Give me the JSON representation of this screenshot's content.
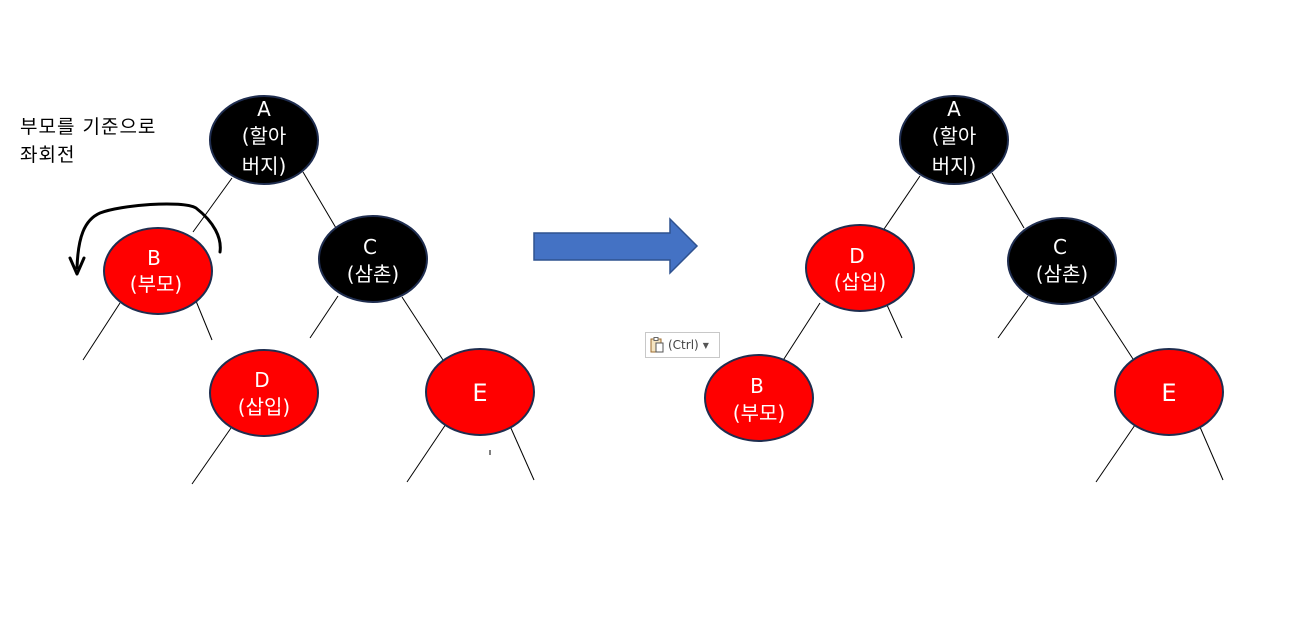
{
  "note": {
    "line1": "부모를 기준으로",
    "line2": "좌회전"
  },
  "paste_options": {
    "label": "(Ctrl)",
    "icon": "clipboard-icon",
    "caret_icon": "chevron-down-icon"
  },
  "colors": {
    "red_node": "#ff0000",
    "black_node": "#000000",
    "node_border": "#1f2d4f",
    "arrow_fill": "#4472c4",
    "arrow_border": "#2f528f"
  },
  "left_tree": {
    "A": {
      "l1": "A",
      "l2": "(할아",
      "l3": "버지)"
    },
    "B": {
      "l1": "B",
      "l2": "(부모)"
    },
    "C": {
      "l1": "C",
      "l2": "(삼촌)"
    },
    "D": {
      "l1": "D",
      "l2": "(삽입)"
    },
    "E": {
      "l1": "E"
    }
  },
  "right_tree": {
    "A": {
      "l1": "A",
      "l2": "(할아",
      "l3": "버지)"
    },
    "D": {
      "l1": "D",
      "l2": "(삽입)"
    },
    "C": {
      "l1": "C",
      "l2": "(삼촌)"
    },
    "B": {
      "l1": "B",
      "l2": "(부모)"
    },
    "E": {
      "l1": "E"
    }
  }
}
